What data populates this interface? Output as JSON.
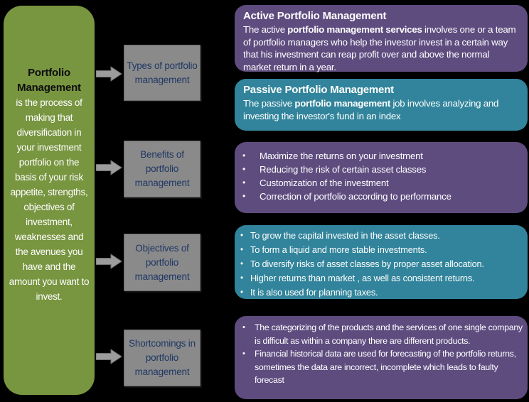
{
  "left_panel": {
    "title": "Portfolio Management",
    "body": "is the process of making that diversification in your investment portfolio on the basis of your risk appetite, strengths, objectives of investment, weaknesses and the avenues you have and the amount you want to invest."
  },
  "branch_boxes": [
    {
      "label": "Types of portfolio management"
    },
    {
      "label": "Benefits of portfolio management"
    },
    {
      "label": "Objectives of portfolio management"
    },
    {
      "label": "Shortcomings in portfolio management"
    }
  ],
  "panels": [
    {
      "title": "Active Portfolio Management",
      "body_pre": "The active ",
      "body_bold": "portfolio management services",
      "body_post": " involves one or a team of portfolio managers who help the investor invest in a certain way that his investment can reap profit over and above the normal market return in a year."
    },
    {
      "title": "Passive Portfolio Management",
      "body_pre": "The passive ",
      "body_bold": "portfolio management",
      "body_post": " job involves analyzing and investing the investor's fund in an index"
    },
    {
      "bullets": [
        "Maximize the returns on your investment",
        "Reducing the risk of certain asset classes",
        "Customization of the investment",
        "Correction of portfolio according to performance"
      ]
    },
    {
      "bullets": [
        "To grow the capital invested in the asset classes.",
        "To form a liquid and more stable investments.",
        "To diversify risks of asset classes by proper asset allocation.",
        "Higher returns than market , as well as consistent returns.",
        "It is also used for planning taxes."
      ]
    },
    {
      "bullets": [
        "The categorizing of the products and the services of one single company is difficult as within a company there are different products.",
        "Financial historical data are used for forecasting of the portfolio returns, sometimes the data are incorrect, incomplete which leads to faulty forecast"
      ]
    }
  ],
  "icons": {
    "flow_arrow": "right-block-arrow"
  },
  "colors": {
    "background": "#000000",
    "left_panel_green": "#789540",
    "panel_purple": "#5E4C7F",
    "panel_teal": "#31849B",
    "branch_gray": "#8A8A8A",
    "branch_text_blue": "#1F3864",
    "arrow_gray": "#9C9C9C"
  }
}
